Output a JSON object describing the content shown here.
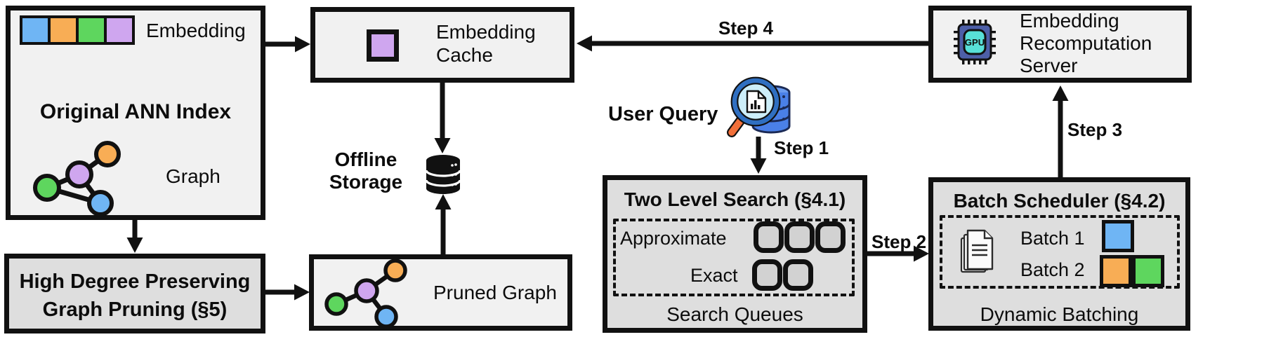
{
  "palette": {
    "blue": "#6fb5f4",
    "orange": "#f8ad55",
    "green": "#5ed65e",
    "purple": "#cfa6ef",
    "gpu_body": "#4d5fa8",
    "gpu_core": "#58e0d8",
    "query_db": "#4a80e8",
    "query_db_top": "#6b9cf0",
    "lens_fill": "#cdeef9"
  },
  "boxes": {
    "original_ann_index": {
      "title": "Original ANN Index",
      "embedding_label": "Embedding",
      "graph_label": "Graph"
    },
    "graph_pruning": {
      "line1": "High Degree Preserving",
      "line2": "Graph Pruning (§5)"
    },
    "embedding_cache": {
      "line1": "Embedding",
      "line2": "Cache"
    },
    "offline_storage": {
      "line1": "Offline",
      "line2": "Storage"
    },
    "pruned_graph": {
      "label": "Pruned Graph"
    },
    "two_level_search": {
      "title": "Two Level Search (§4.1)",
      "approximate_label": "Approximate",
      "exact_label": "Exact",
      "caption": "Search Queues"
    },
    "batch_scheduler": {
      "title": "Batch Scheduler (§4.2)",
      "batch1_label": "Batch 1",
      "batch2_label": "Batch 2",
      "caption": "Dynamic Batching"
    },
    "recomputation_server": {
      "line1": "Embedding",
      "line2": "Recomputation",
      "line3": "Server",
      "gpu_label": "GPU"
    }
  },
  "labels": {
    "user_query": "User Query",
    "step1": "Step 1",
    "step2": "Step 2",
    "step3": "Step 3",
    "step4": "Step 4"
  }
}
